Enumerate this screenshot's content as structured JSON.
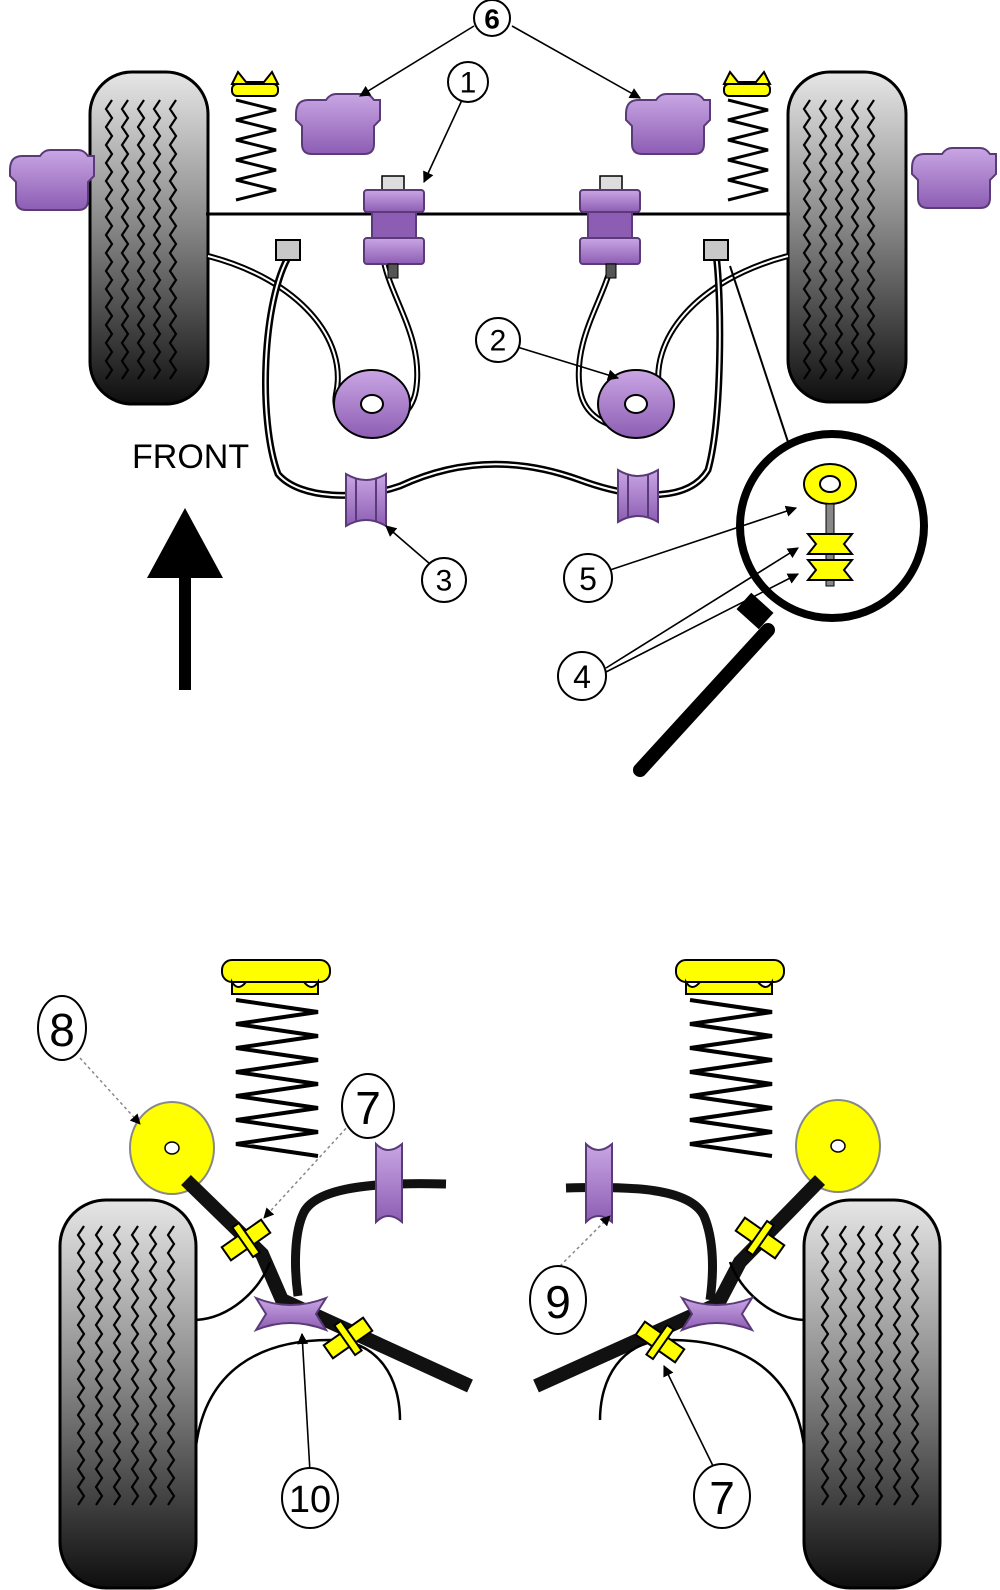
{
  "front_label": "FRONT",
  "colors": {
    "purple": "#9b6bc0",
    "purple_dark": "#6e4592",
    "yellow": "#ffff00",
    "grey_metal": "#c8c8c8",
    "black": "#111111"
  },
  "callouts": {
    "c1": "1",
    "c2": "2",
    "c3": "3",
    "c4": "4",
    "c5": "5",
    "c6": "6",
    "c7a": "7",
    "c7b": "7",
    "c8": "8",
    "c9": "9",
    "c10": "10"
  },
  "icons": [
    "tyre-icon",
    "spring-icon",
    "bushing-icon",
    "magnifier-icon",
    "front-arrow-icon"
  ]
}
